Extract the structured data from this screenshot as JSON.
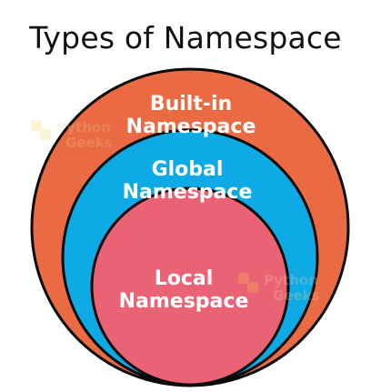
{
  "title": "Types of Namespace",
  "colors": {
    "outer": "#ea6a43",
    "middle": "#0eaae6",
    "inner": "#ea6374",
    "stroke": "#0a0a0a",
    "label": "#ffffff"
  },
  "rings": {
    "builtin": {
      "line1": "Built-in",
      "line2": "Namespace"
    },
    "global": {
      "line1": "Global",
      "line2": "Namespace"
    },
    "local": {
      "line1": "Local",
      "line2": "Namespace"
    }
  },
  "watermark": {
    "line1": "Python",
    "line2": "Geeks"
  }
}
